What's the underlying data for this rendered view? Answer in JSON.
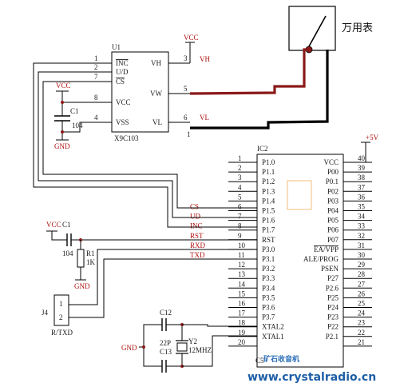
{
  "meter": {
    "label": "万用表"
  },
  "u1": {
    "ref": "U1",
    "part": "X9C103",
    "vcc_label": "VCC",
    "left_pins": [
      {
        "num": "1",
        "name": "INC"
      },
      {
        "num": "2",
        "name": "U/D"
      },
      {
        "num": "7",
        "name": "CS"
      },
      {
        "num": "8",
        "name": "VCC"
      },
      {
        "num": "4",
        "name": "VSS"
      }
    ],
    "right_pins": [
      {
        "num": "3",
        "name": "VH",
        "net": "VH"
      },
      {
        "num": "5",
        "name": "VW",
        "net": ""
      },
      {
        "num": "6",
        "name": "VL",
        "net": "VL"
      }
    ],
    "extra_pin": "1"
  },
  "c1": {
    "vcc": "VCC",
    "ref": "C1",
    "value": "104",
    "gnd": "GND"
  },
  "ic2": {
    "ref": "IC2",
    "supply": "+5V",
    "left_pins": [
      {
        "num": "1",
        "name": "P1.0",
        "net": ""
      },
      {
        "num": "2",
        "name": "P1.1",
        "net": ""
      },
      {
        "num": "3",
        "name": "P1.2",
        "net": ""
      },
      {
        "num": "4",
        "name": "P1.3",
        "net": ""
      },
      {
        "num": "5",
        "name": "P1.4",
        "net": ""
      },
      {
        "num": "6",
        "name": "P1.5",
        "net": "CS"
      },
      {
        "num": "7",
        "name": "P1.6",
        "net": "UD"
      },
      {
        "num": "8",
        "name": "P1.7",
        "net": "INC"
      },
      {
        "num": "9",
        "name": "RST",
        "net": "RST"
      },
      {
        "num": "10",
        "name": "P3.0",
        "net": "RXD"
      },
      {
        "num": "11",
        "name": "P3.1",
        "net": "TXD"
      },
      {
        "num": "12",
        "name": "P3.2",
        "net": ""
      },
      {
        "num": "13",
        "name": "P3.3",
        "net": ""
      },
      {
        "num": "14",
        "name": "P3.4",
        "net": ""
      },
      {
        "num": "15",
        "name": "P3.5",
        "net": ""
      },
      {
        "num": "16",
        "name": "P3.6",
        "net": ""
      },
      {
        "num": "17",
        "name": "P3.7",
        "net": ""
      },
      {
        "num": "18",
        "name": "XTAL2",
        "net": ""
      },
      {
        "num": "19",
        "name": "XTAL1",
        "net": ""
      },
      {
        "num": "20",
        "name": "",
        "net": ""
      }
    ],
    "right_pins": [
      {
        "num": "40",
        "name": "VCC"
      },
      {
        "num": "39",
        "name": "P00"
      },
      {
        "num": "38",
        "name": "P0.1"
      },
      {
        "num": "37",
        "name": "P02"
      },
      {
        "num": "36",
        "name": "P03"
      },
      {
        "num": "35",
        "name": "P04"
      },
      {
        "num": "34",
        "name": "P05"
      },
      {
        "num": "33",
        "name": "P06"
      },
      {
        "num": "32",
        "name": "P07"
      },
      {
        "num": "31",
        "name": "EA/VPP"
      },
      {
        "num": "30",
        "name": "ALE/PROG"
      },
      {
        "num": "29",
        "name": "PSEN"
      },
      {
        "num": "28",
        "name": "P27"
      },
      {
        "num": "27",
        "name": "P2.6"
      },
      {
        "num": "26",
        "name": "P25"
      },
      {
        "num": "25",
        "name": "P24"
      },
      {
        "num": "24",
        "name": "P23"
      },
      {
        "num": "23",
        "name": "P22"
      },
      {
        "num": "22",
        "name": "P2.1"
      },
      {
        "num": "21",
        "name": ""
      }
    ]
  },
  "reset": {
    "vcc": "VCC",
    "c_ref": "C1",
    "c_value": "104",
    "r_ref": "R1",
    "r_value": "1K",
    "gnd": "GND"
  },
  "j4": {
    "ref": "J4",
    "pin1": "1",
    "pin2": "2",
    "label": "R/TXD"
  },
  "crystal": {
    "c12": "C12",
    "c13": "C13",
    "cap_value": "22P",
    "y_ref": "Y2",
    "y_freq": "12MHZ",
    "gnd": "GND",
    "c5": "C5"
  },
  "watermark": {
    "cn": "矿石收音机",
    "url": "www.crystalradio.cn"
  }
}
